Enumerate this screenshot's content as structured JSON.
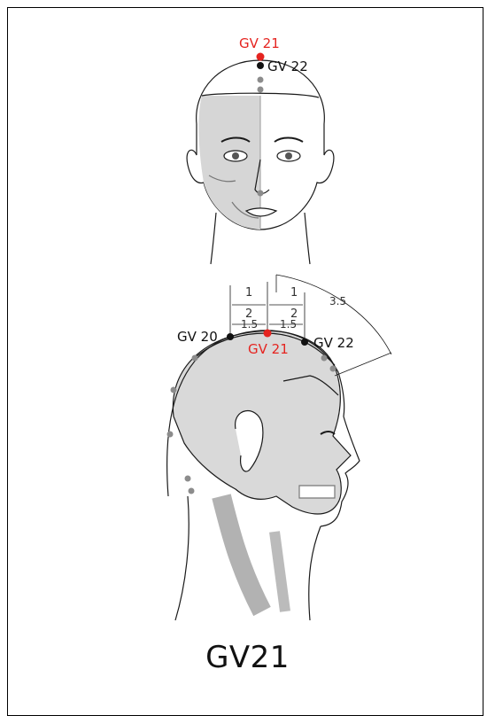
{
  "colors": {
    "accent": "#e52420",
    "point": "#111111",
    "minor_point": "#8c8c8c",
    "skin": "#d9d9d9"
  },
  "front_view": {
    "labels": {
      "gv21": "GV 21",
      "gv22": "GV 22"
    }
  },
  "side_view": {
    "labels": {
      "gv20": "GV 20",
      "gv21": "GV 21",
      "gv22": "GV 22"
    },
    "measurements": {
      "left_half_num": "1",
      "left_half_den": "2",
      "right_half_num": "1",
      "right_half_den": "2",
      "left_span": "1.5",
      "right_span": "1.5",
      "arc_span": "3.5"
    }
  },
  "caption": "GV21"
}
